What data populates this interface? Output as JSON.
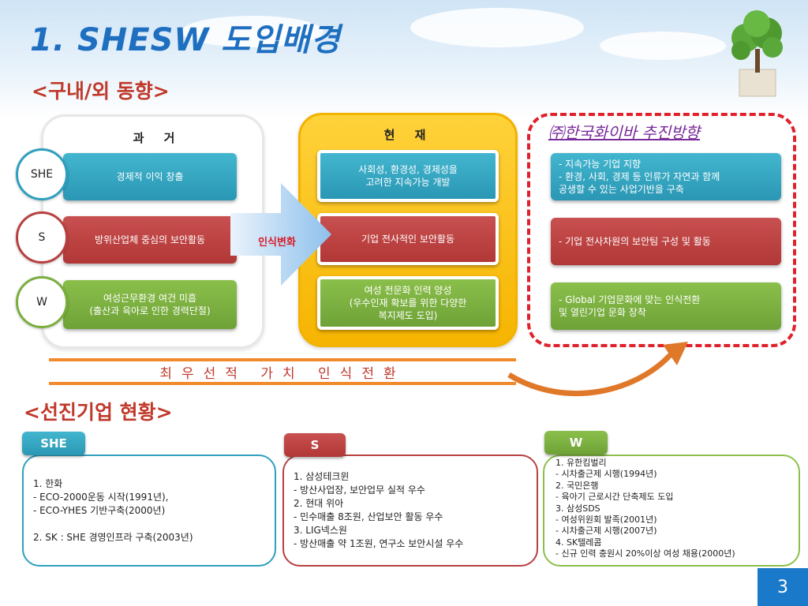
{
  "title": "1. SHESW 도입배경",
  "section1": "<구내/외 동향>",
  "section2": "<선진기업 현황>",
  "past": {
    "header": "과 거",
    "rows": [
      {
        "circle": "SHE",
        "text": "경제적 이익 창출"
      },
      {
        "circle": "S",
        "text": "방위산업체 중심의 보안활동"
      },
      {
        "circle": "W",
        "text": "여성근무환경 여건 미흡\n(출산과 육아로 인한 경력단절)"
      }
    ]
  },
  "arrow_label": "인식변화",
  "present": {
    "header": "현 재",
    "rows": [
      "사회성, 환경성, 경제성을\n고려한 지속가능 개발",
      "기업 전사적인 보안활동",
      "여성 전문화 인력 양성\n(우수인재 확보를 위한 다양한\n복지제도 도입)"
    ]
  },
  "plan": {
    "title": "㈜한국화이바 추진방향",
    "rows": [
      "- 지속가능 기업 지향\n- 환경, 사회, 경제 등 인류가 자연과 함께\n  공생할 수 있는 사업기반을 구축",
      "- 기업 전사차원의 보안팀 구성 및 활동",
      "- Global 기업문화에 맞는 인식전환\n  및 열린기업 문화 장착"
    ]
  },
  "priority": "최우선적 가치 인식전환",
  "bottom": {
    "she": {
      "tab": "SHE",
      "text": "1. 한화\n  - ECO-2000운동 시작(1991년),\n  - ECO-YHES 기반구축(2000년)\n\n2. SK : SHE 경영인프라 구축(2003년)"
    },
    "s": {
      "tab": "S",
      "text": "1. 삼성테크윈\n  - 방산사업장, 보안업무 실적 우수\n2. 현대 위아\n  - 민수매출 8조원, 산업보안 활동 우수\n3. LIG넥스원\n  - 방산매출 약 1조원, 연구소 보안시설 우수"
    },
    "w": {
      "tab": "W",
      "text": "1. 유한킴벌리\n  - 시차출근제 시행(1994년)\n2. 국민은행\n  - 육아기 근로시간 단축제도 도입\n3. 삼성SDS\n  - 여성위원회 발족(2001년)\n  - 시차출근제 시행(2007년)\n4. SK텔레콤\n  - 신규 인력 충원시 20%이상 여성 채용(2000년)"
    }
  },
  "page_number": "3",
  "colors": {
    "teal": "#2f9fbe",
    "red": "#b84040",
    "green": "#7aae3d",
    "yellow": "#f6b400",
    "orange": "#f08a2b",
    "title_blue": "#1f6fc1"
  }
}
